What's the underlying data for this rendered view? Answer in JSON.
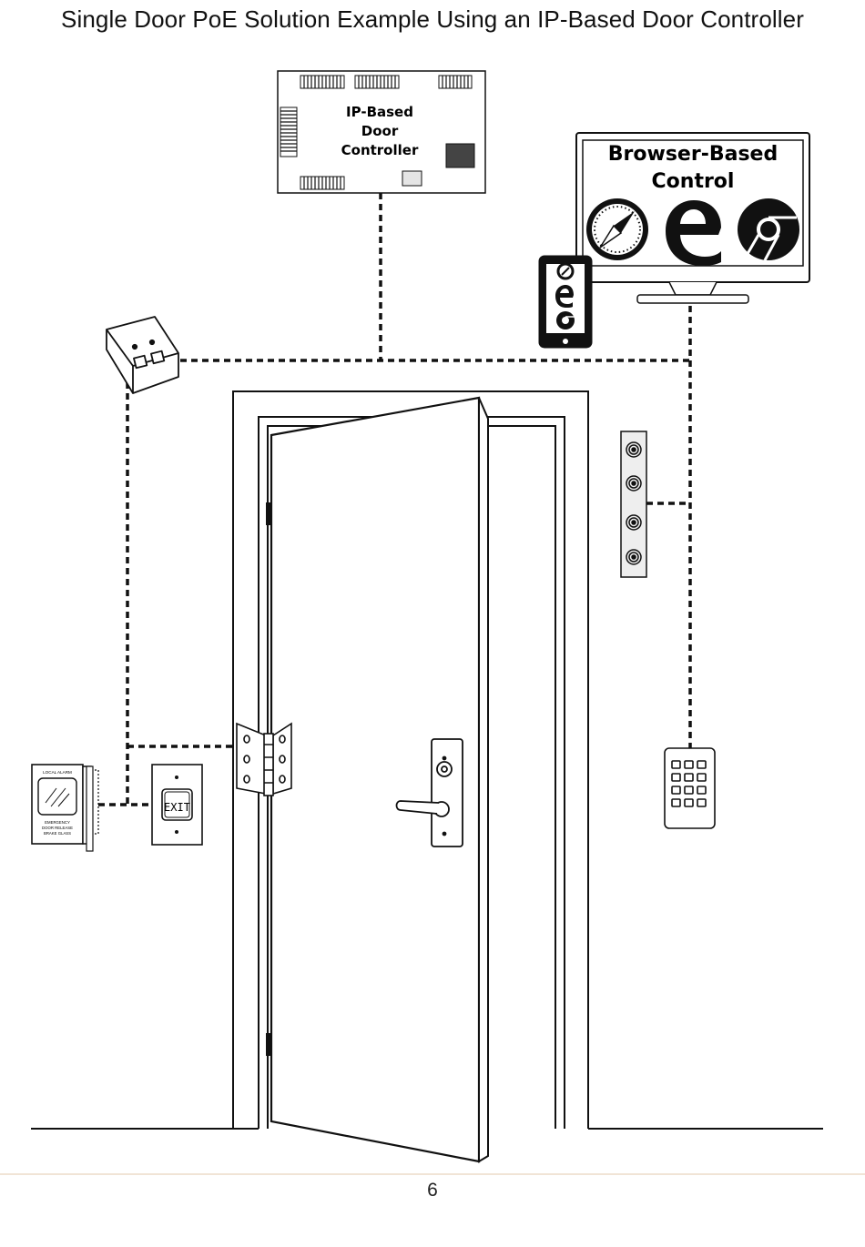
{
  "title": "Single Door PoE Solution Example Using an IP-Based Door Controller",
  "controller": {
    "line1": "IP-Based",
    "line2": "Door",
    "line3": "Controller"
  },
  "monitor": {
    "line1": "Browser-Based",
    "line2": "Control",
    "icons": [
      "safari-icon",
      "edge-icon",
      "chrome-icon"
    ]
  },
  "phone": {
    "icons": [
      "safari-icon",
      "edge-icon",
      "chrome-icon"
    ]
  },
  "exit_button": {
    "label": "EXIT"
  },
  "emergency_release": {
    "top_label": "LOCAL ALARM",
    "line1": "EMERGENCY",
    "line2": "DOOR RELEASE",
    "line3": "BRAKE GLASS"
  },
  "page_number": "6",
  "colors": {
    "ink": "#111111",
    "footer_rule": "#e3c9ad",
    "accent_dark": "#333333"
  }
}
